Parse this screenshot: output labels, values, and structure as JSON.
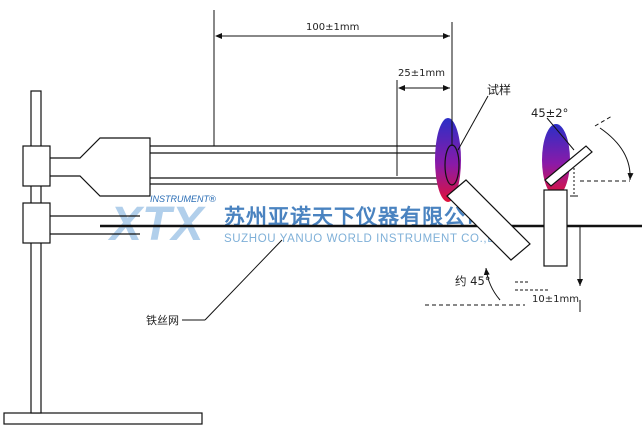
{
  "labels": {
    "dim_100": "100±1mm",
    "dim_25": "25±1mm",
    "sample": "试样",
    "angle_45_2": "45±2°",
    "approx_45": "约 45°",
    "dim_10": "10±1mm",
    "wire_gauze": "铁丝网"
  },
  "watermark": {
    "logo_text": "XTX",
    "instrument": "INSTRUMENT",
    "registered": "®",
    "company_cn": "苏州亚诺天下仪器有限公司",
    "company_en": "SUZHOU YANUO WORLD INSTRUMENT CO.,LTD."
  },
  "colors": {
    "line": "#111111",
    "flame_outer": "#2b2fc7",
    "flame_mid": "#8a1aa8",
    "flame_inner": "#e0123a",
    "watermark_logo": "#9ec3e6",
    "watermark_cn": "#2a6db5",
    "watermark_en": "#7fb0d8"
  }
}
